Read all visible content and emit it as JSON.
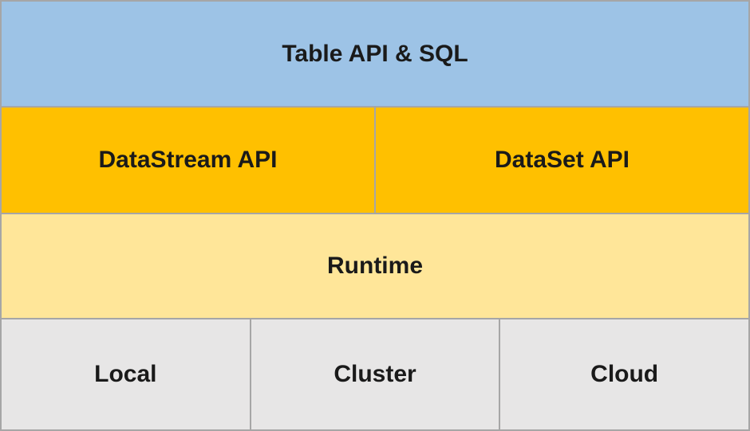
{
  "diagram": {
    "type": "layered-architecture-stack",
    "colors": {
      "top_layer": "#9DC3E6",
      "api_layer": "#FFC000",
      "runtime_layer": "#FFE699",
      "deployment_layer": "#E7E6E6",
      "grid_border": "#A6A6A6",
      "text": "#1A1A1A"
    },
    "layers": {
      "top": {
        "label": "Table API & SQL"
      },
      "apis": [
        {
          "label": "DataStream API"
        },
        {
          "label": "DataSet API"
        }
      ],
      "runtime": {
        "label": "Runtime"
      },
      "deployment": [
        {
          "label": "Local"
        },
        {
          "label": "Cluster"
        },
        {
          "label": "Cloud"
        }
      ]
    }
  }
}
